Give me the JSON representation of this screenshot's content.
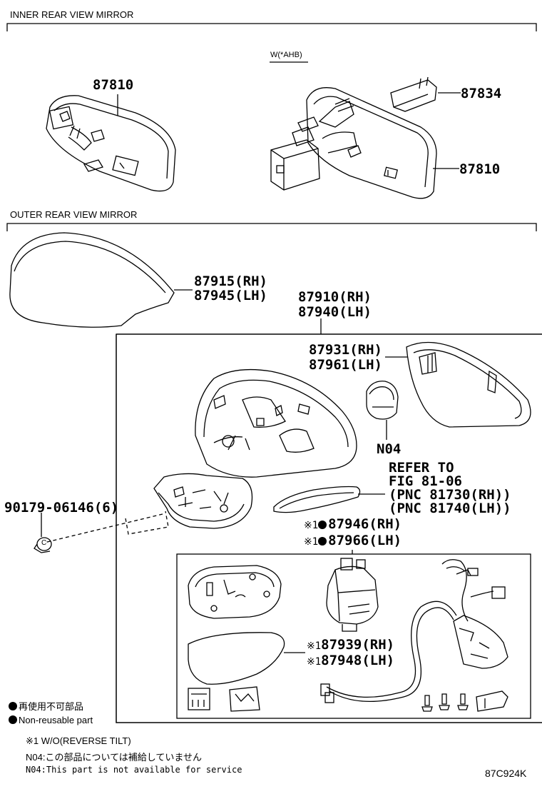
{
  "sections": {
    "inner": "INNER REAR VIEW MIRROR",
    "outer": "OUTER REAR VIEW MIRROR"
  },
  "inner": {
    "variant": "W(*AHB)",
    "part_left": "87810",
    "part_right_top": "87834",
    "part_right": "87810"
  },
  "outer": {
    "cover_rh": "87915(RH)",
    "cover_lh": "87945(LH)",
    "assy_rh": "87910(RH)",
    "assy_lh": "87940(LH)",
    "mirror_rh": "87931(RH)",
    "mirror_lh": "87961(LH)",
    "n04": "N04",
    "refer_1": "REFER TO",
    "refer_2": "FIG 81-06",
    "refer_3": "(PNC 81730(RH))",
    "refer_4": "(PNC 81740(LH))",
    "screw": "90179-06146(6)",
    "marker_1": "※1",
    "marker_2": "※1",
    "marker_3": "※1",
    "marker_4": "※1",
    "motor_rh": "87946(RH)",
    "motor_lh": "87966(LH)",
    "cover2_rh": "87939(RH)",
    "cover2_lh": "87948(LH)",
    "screw_label": "C"
  },
  "legend": {
    "jp": "再使用不可部品",
    "en": "Non-reusable part"
  },
  "notes": {
    "n1": "※1 W/O(REVERSE TILT)",
    "n2": "N04:この部品については補給していません",
    "n3": "N04:This part is not available for service"
  },
  "figure_code": "87C924K"
}
